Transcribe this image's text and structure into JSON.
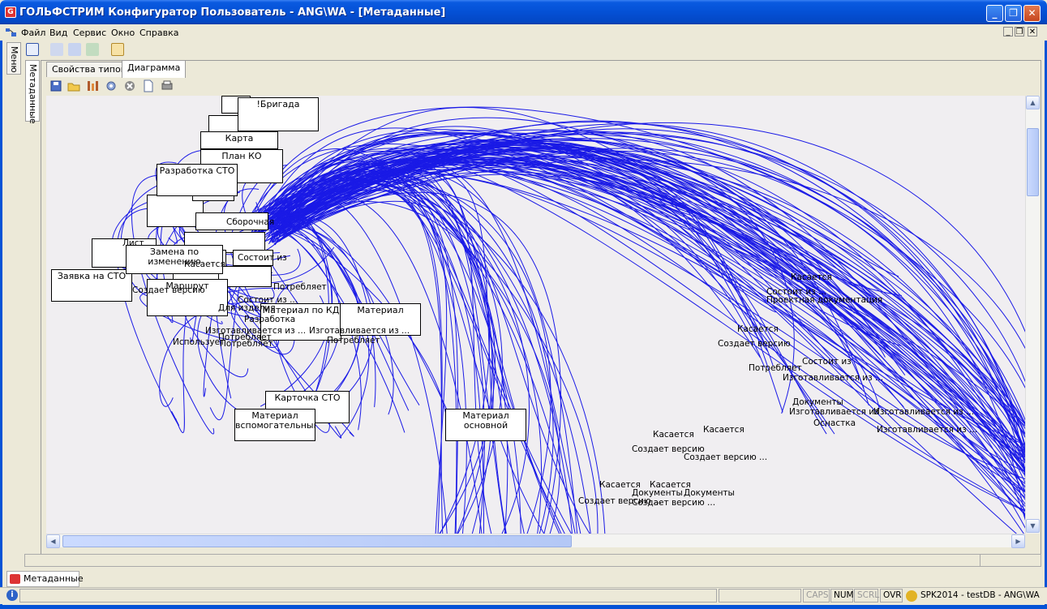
{
  "window": {
    "title": "ГОЛЬФСТРИМ Конфигуратор Пользователь - ANG\\WA - [Метаданные]",
    "minimize": "_",
    "maximize": "❐",
    "close": "✕"
  },
  "menu": {
    "items": [
      "Файл",
      "Вид",
      "Сервис",
      "Окно",
      "Справка"
    ],
    "mdi_min": "_",
    "mdi_restore": "❐",
    "mdi_close": "✕"
  },
  "side_tabs": {
    "menu": "Меню",
    "metadata": "Метаданные"
  },
  "tabs": {
    "type_props": "Свойства типов",
    "diagram": "Диаграмма"
  },
  "toolbar_icons": [
    "save-icon",
    "open-folder-icon",
    "layout-icon",
    "settings-icon",
    "stop-icon",
    "new-document-icon",
    "print-icon"
  ],
  "diagram": {
    "nodes": [
      {
        "label": "!Бригада"
      },
      {
        "label": "Карта"
      },
      {
        "label": "План КО"
      },
      {
        "label": "Разработка СТО"
      },
      {
        "label": "Заявка на СТО"
      },
      {
        "label": "Замена по изменению"
      },
      {
        "label": "Маршрут"
      },
      {
        "label": "Материал по КД"
      },
      {
        "label": "Материал"
      },
      {
        "label": "Карточка СТО"
      },
      {
        "label": "Материал вспомогательный"
      },
      {
        "label": "Материал основной"
      }
    ],
    "edge_labels": [
      "Касается",
      "Состоит из ...",
      "Проектная документация",
      "Касается",
      "Создает версию",
      "Потребляет",
      "Состоит из",
      "Изготавливается из ...",
      "Изготавливается из ...",
      "Документы",
      "Оснастка",
      "Изготавливается из ...",
      "Изготавливается из ...",
      "Касается",
      "Касается",
      "Создает версию",
      "Создает версию ...",
      "Касается",
      "Касается",
      "Документы",
      "Документы",
      "Создает версию ...",
      "Создает версию ...",
      "Потребляет",
      "Потребляет",
      "Изготавливается из ...",
      "Использует",
      "Потребляет",
      "Разработка",
      "Для изделия",
      "Состоит из ...",
      "Изготавливается из ...",
      "Потребляет",
      "Состоит из",
      "Касается",
      "Лист",
      "Сборочная",
      "Создает версию"
    ]
  },
  "bottom": {
    "task_tab": "Метаданные"
  },
  "status": {
    "caps": "CAPS",
    "num": "NUM",
    "scrl": "SCRL",
    "ovr": "OVR",
    "db": "SPK2014 - testDB - ANG\\WA"
  },
  "colors": {
    "edge": "#1a1ae6",
    "title_bar": "#0453d6"
  }
}
